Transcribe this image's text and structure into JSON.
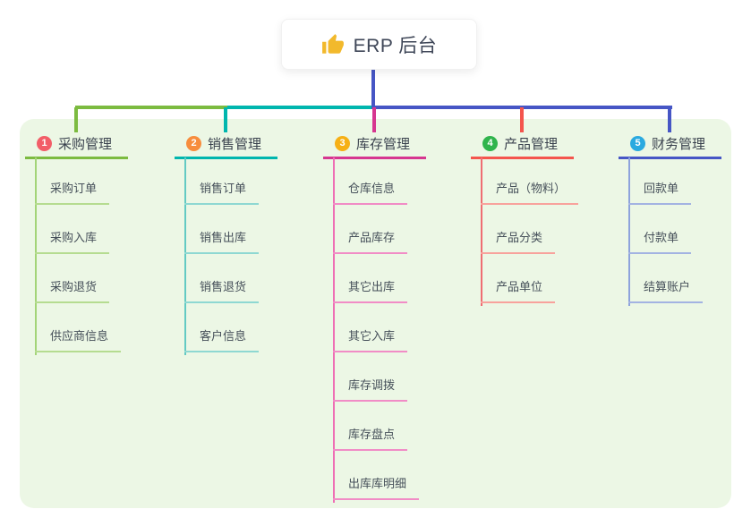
{
  "root": {
    "label": "ERP 后台",
    "icon": "thumbs-up-icon",
    "icon_color": "#f2b92c"
  },
  "panel": {
    "background": "#ecf7e5"
  },
  "connector_colors": {
    "trunk": "#4656c5",
    "bus_left": "#7cbb40",
    "bus_mid": "#00b6ae",
    "bus_right": "#4656c5"
  },
  "branches": [
    {
      "badge": "1",
      "label": "采购管理",
      "line_color": "#7cbb40",
      "child_line_color": "#b5dc90",
      "badge_color": "#f25e68",
      "children": [
        "采购订单",
        "采购入库",
        "采购退货",
        "供应商信息"
      ]
    },
    {
      "badge": "2",
      "label": "销售管理",
      "line_color": "#00b6ae",
      "child_line_color": "#8ed8d2",
      "badge_color": "#f78d3d",
      "children": [
        "销售订单",
        "销售出库",
        "销售退货",
        "客户信息"
      ]
    },
    {
      "badge": "3",
      "label": "库存管理",
      "line_color": "#d63690",
      "child_line_color": "#f18cc6",
      "badge_color": "#f6b015",
      "children": [
        "仓库信息",
        "产品库存",
        "其它出库",
        "其它入库",
        "库存调拨",
        "库存盘点",
        "出库库明细"
      ]
    },
    {
      "badge": "4",
      "label": "产品管理",
      "line_color": "#f4554d",
      "child_line_color": "#f8a29c",
      "badge_color": "#30b44c",
      "children": [
        "产品（物料）",
        "产品分类",
        "产品单位"
      ]
    },
    {
      "badge": "5",
      "label": "财务管理",
      "line_color": "#4656c5",
      "child_line_color": "#a3b3e2",
      "badge_color": "#2aaae0",
      "children": [
        "回款单",
        "付款单",
        "结算账户"
      ]
    }
  ]
}
